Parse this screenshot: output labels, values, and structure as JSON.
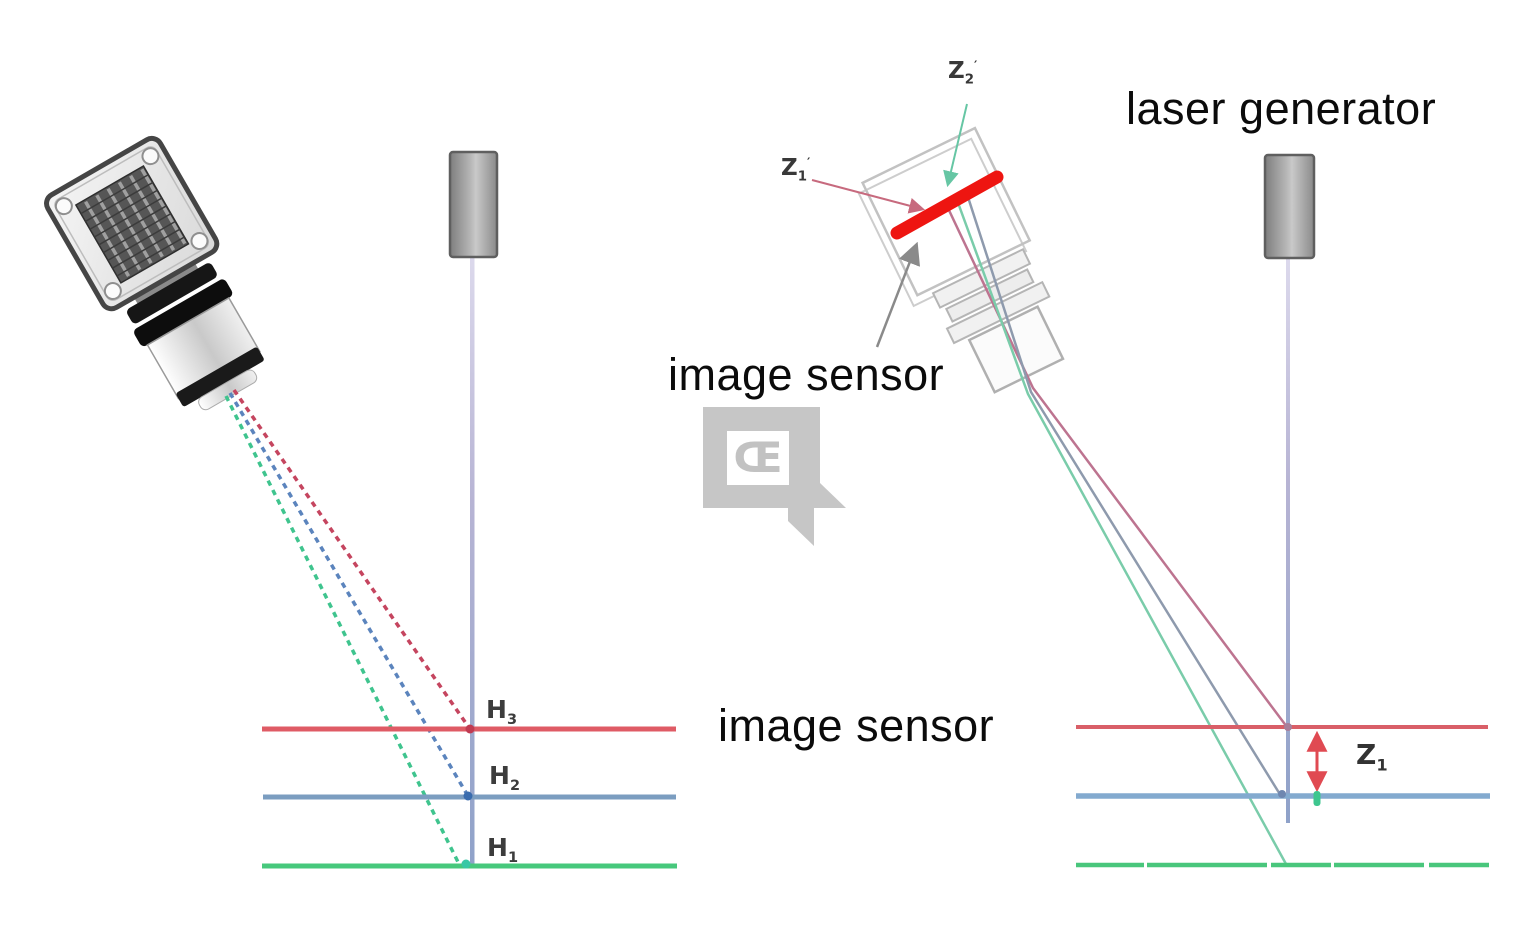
{
  "labels": {
    "image_sensor_top": "image sensor",
    "image_sensor_bottom": "image sensor",
    "laser_generator": "laser generator",
    "heights": [
      {
        "base": "H",
        "sub": "3"
      },
      {
        "base": "H",
        "sub": "2"
      },
      {
        "base": "H",
        "sub": "1"
      }
    ],
    "z_measure": {
      "base": "Z",
      "sub": "1"
    },
    "z_image_1": {
      "base": "Z",
      "sub": "1",
      "prime": "′"
    },
    "z_image_2": {
      "base": "Z",
      "sub": "2",
      "prime": "′"
    }
  },
  "watermark": {
    "text": "Œ"
  },
  "colors": {
    "surface_red": "#df5b65",
    "surface_blue": "#7b9dc0",
    "surface_green": "#47c87c",
    "laser_beam": "#9aa6cd",
    "laser_body": "#a9a9a9",
    "sensor_bar_red": "#ee1511",
    "ray_red": "#bd7490",
    "ray_blue": "#8e9aad",
    "ray_green": "#7accaa",
    "dashed_red": "#c5455f",
    "dashed_blue": "#5b84bd",
    "dashed_green": "#3fc48e",
    "measure_arrow_red": "#e04a52",
    "measure_tick_green": "#3ec68f",
    "watermark_gray": "#c6c6c6",
    "label_dark": "#3c3c3c"
  }
}
